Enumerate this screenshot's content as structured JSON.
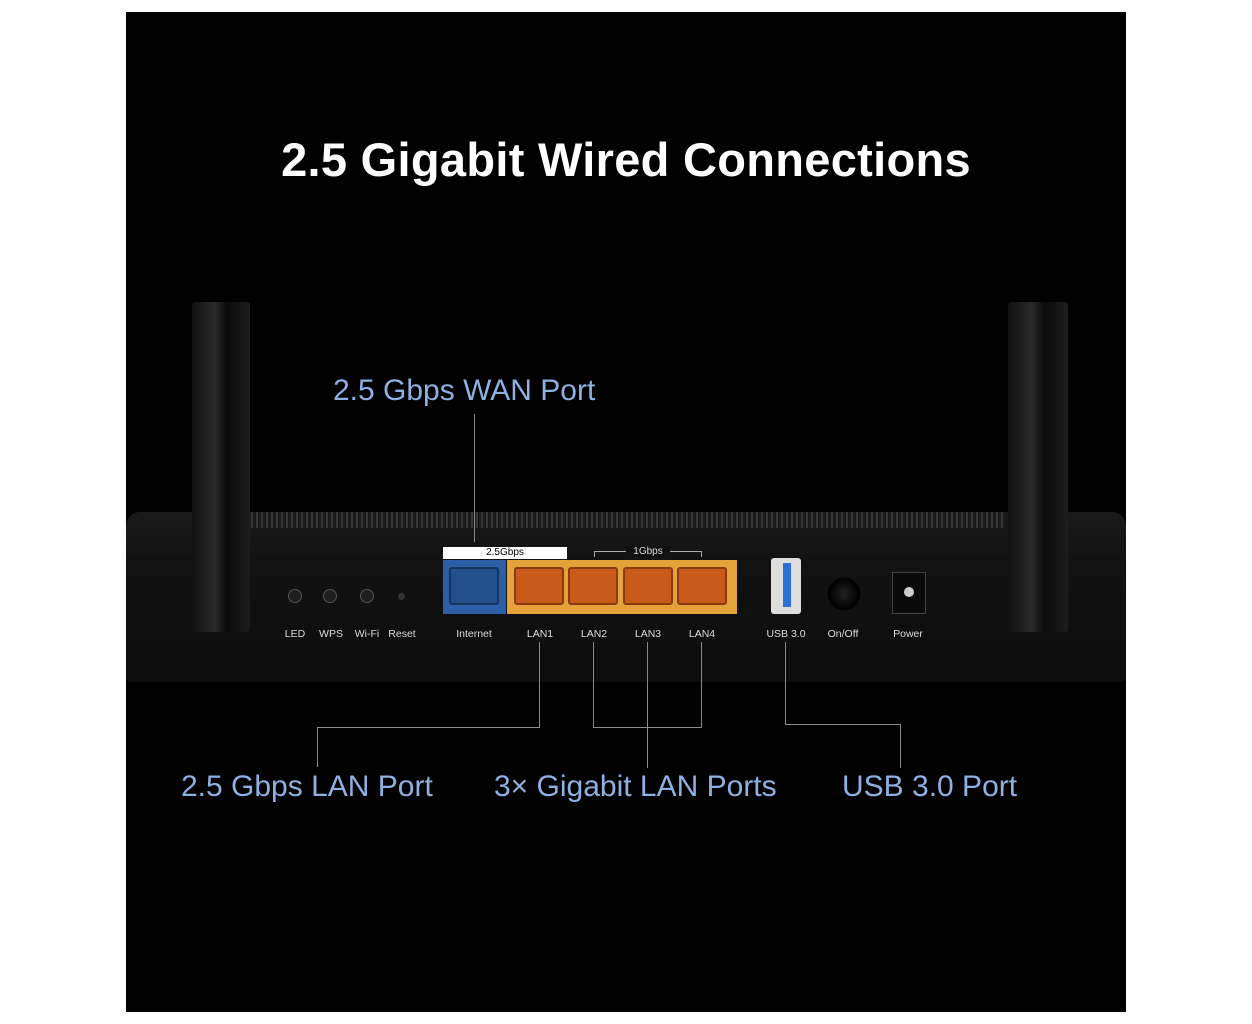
{
  "title": "2.5 Gigabit Wired Connections",
  "callouts": {
    "wan": "2.5 Gbps WAN Port",
    "lan25": "2.5 Gbps LAN Port",
    "gigabit": "3× Gigabit LAN Ports",
    "usb": "USB 3.0 Port"
  },
  "router": {
    "speed_wan": "2.5Gbps",
    "speed_lan": "1Gbps",
    "labels": {
      "led": "LED",
      "wps": "WPS",
      "wifi": "Wi-Fi",
      "reset": "Reset",
      "internet": "Internet",
      "lan1": "LAN1",
      "lan2": "LAN2",
      "lan3": "LAN3",
      "lan4": "LAN4",
      "usb": "USB 3.0",
      "onoff": "On/Off",
      "power": "Power"
    }
  },
  "colors": {
    "callout": "#8fb0e2",
    "wan_port": "#2c5fa8",
    "lan_block": "#e6a23a"
  }
}
